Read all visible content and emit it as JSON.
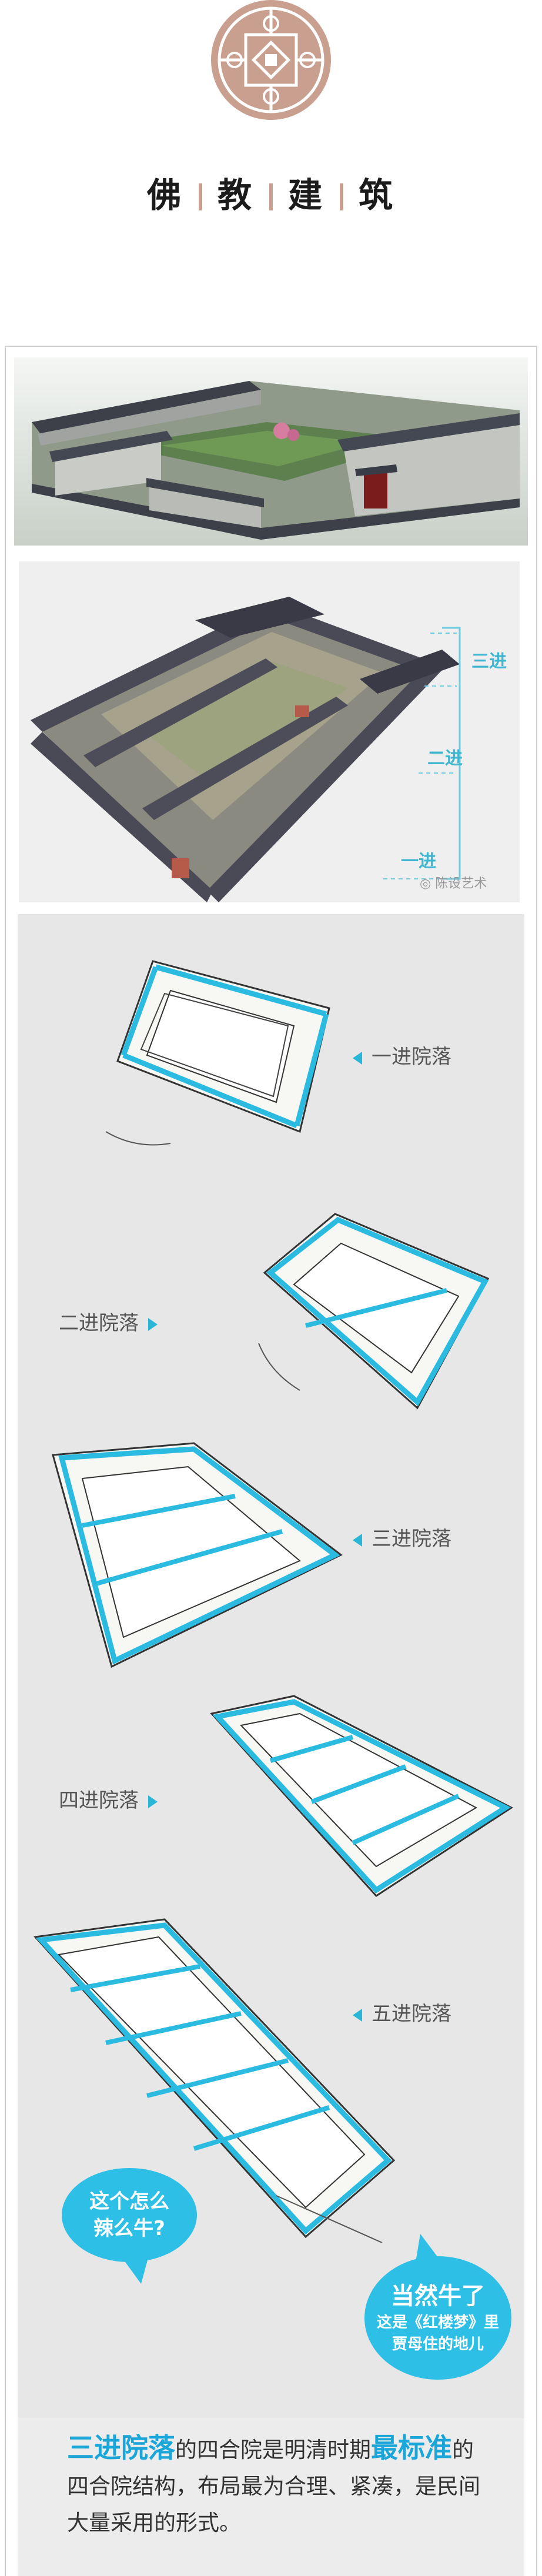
{
  "header": {
    "title_chars": [
      "佛",
      "教",
      "建",
      "筑"
    ]
  },
  "diagram_levels": {
    "san": "三进",
    "er": "二进",
    "yi": "一进"
  },
  "watermark": "陈设艺术",
  "courtyards": [
    {
      "label": "一进院落",
      "side": "right"
    },
    {
      "label": "二进院落",
      "side": "left"
    },
    {
      "label": "三进院落",
      "side": "right"
    },
    {
      "label": "四进院落",
      "side": "left"
    },
    {
      "label": "五进院落",
      "side": "right"
    }
  ],
  "bubbles": {
    "question": {
      "line1": "这个怎么",
      "line2": "辣么牛?"
    },
    "answer": {
      "line1": "当然牛了",
      "line2": "这是《红楼梦》里",
      "line3": "贾母住的地儿"
    }
  },
  "caption": {
    "hl1": "三进院落",
    "t1": "的四合院是明清时期",
    "hl2": "最标准",
    "t2": "的四合院结构，布局最为合理、紧凑，是民间大量采用的形式。"
  },
  "colors": {
    "accent": "#2ebfe6",
    "logo": "#c9a08f",
    "roof": "#4a4a55",
    "wall": "#b65b4a"
  }
}
